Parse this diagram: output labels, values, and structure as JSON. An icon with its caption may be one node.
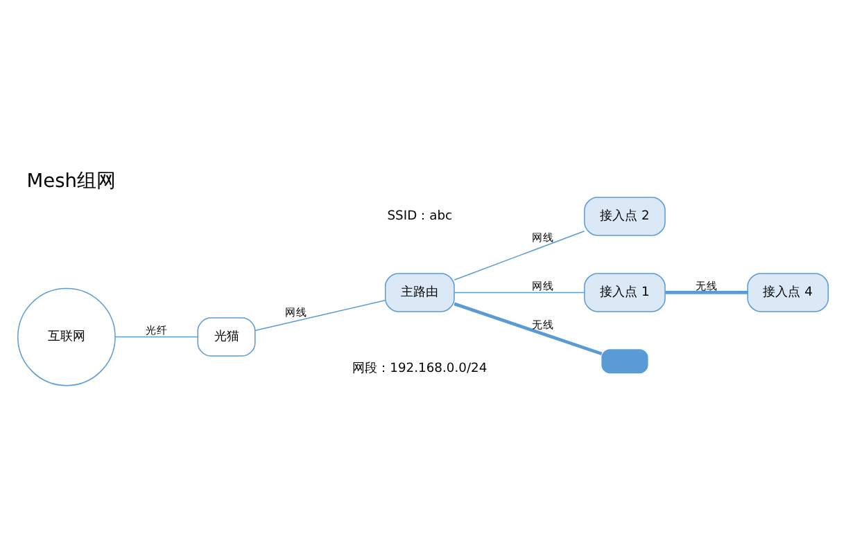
{
  "diagram": {
    "title": "Mesh组网",
    "nodes": [
      {
        "text": [
          "互联网"
        ]
      },
      {
        "text": [
          "光猫"
        ]
      },
      {
        "text": [
          "主路由"
        ]
      },
      {
        "text": [
          "接入点 2"
        ]
      },
      {
        "text": [
          "接入点 1"
        ]
      },
      {
        "text": [
          "接入点 4"
        ]
      },
      {
        "text": [],
        "shape": "box"
      }
    ],
    "edges": [
      {
        "from": 0,
        "to": 1,
        "arrow": "none",
        "label": "光纤"
      },
      {
        "from": 1,
        "to": 2,
        "arrow": "none",
        "label": "网线"
      },
      {
        "from": 2,
        "to": 3,
        "arrow": "none",
        "label": "网线"
      },
      {
        "from": 2,
        "to": 4,
        "arrow": "none",
        "label": "网线"
      },
      {
        "from": 4,
        "to": 5,
        "arrow": "none",
        "label": "无线",
        "style": "thick"
      },
      {
        "from": 2,
        "to": 6,
        "arrow": "none",
        "label": "无线",
        "style": "thick"
      }
    ],
    "labels": [
      "网段：192.168.0.0/24",
      "SSID：abc"
    ]
  }
}
